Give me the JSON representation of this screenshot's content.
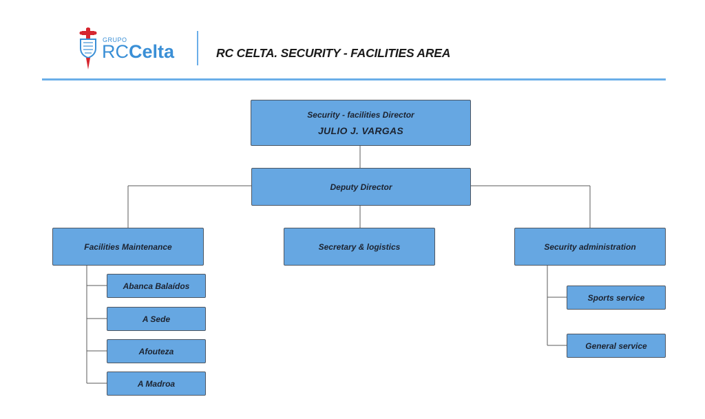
{
  "header": {
    "logo_prefix": "GRUPO",
    "logo_rc": "RC",
    "logo_celta": "Celta",
    "title": "RC CELTA. SECURITY - FACILITIES AREA"
  },
  "org": {
    "director": {
      "role": "Security - facilities Director",
      "name": "JULIO J. VARGAS"
    },
    "deputy": "Deputy Director",
    "departments": {
      "facilities": {
        "label": "Facilities Maintenance",
        "items": [
          "Abanca Balaídos",
          "A Sede",
          "Afouteza",
          "A Madroa"
        ]
      },
      "secretary": {
        "label": "Secretary & logistics"
      },
      "security": {
        "label": "Security administration",
        "items": [
          "Sports service",
          "General service"
        ]
      }
    }
  },
  "colors": {
    "box_fill": "#66a7e2",
    "box_border": "#4d5560",
    "accent_line": "#6aaee8",
    "brand_red": "#d6262f",
    "brand_blue": "#3a8fd6"
  }
}
